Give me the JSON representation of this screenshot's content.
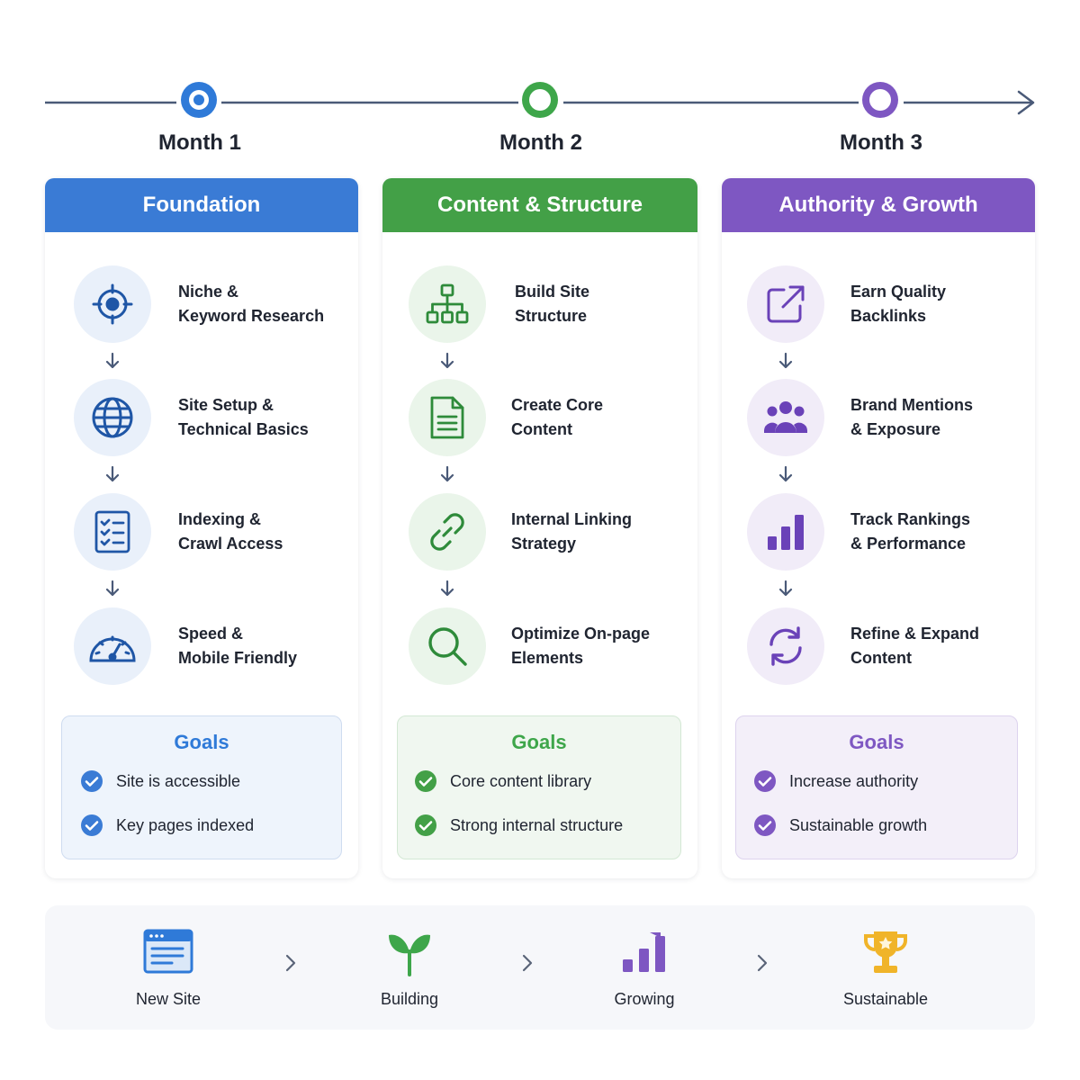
{
  "timeline": {
    "months": [
      {
        "label": "Month 1",
        "color": "#2f7ad8"
      },
      {
        "label": "Month 2",
        "color": "#3ea64a"
      },
      {
        "label": "Month 3",
        "color": "#7e57c2"
      }
    ],
    "line_color": "#4a5a78"
  },
  "columns": [
    {
      "title": "Foundation",
      "accent": "#3a7bd5",
      "icon_color": "#1f56a6",
      "circle_bg": "#e9f0fa",
      "steps": [
        {
          "label": "Niche & Keyword Research",
          "line1": "Niche &",
          "line2": "Keyword Research",
          "icon": "target-icon"
        },
        {
          "label": "Site Setup & Technical Basics",
          "line1": "Site Setup &",
          "line2": "Technical Basics",
          "icon": "globe-icon"
        },
        {
          "label": "Indexing & Crawl Access",
          "line1": "Indexing &",
          "line2": "Crawl Access",
          "icon": "checklist-icon"
        },
        {
          "label": "Speed & Mobile Friendly",
          "line1": "Speed &",
          "line2": "Mobile Friendly",
          "icon": "speedometer-icon"
        }
      ],
      "goals": {
        "title": "Goals",
        "items": [
          "Site is accessible",
          "Key pages indexed"
        ],
        "bg": "#eef4fc",
        "border": "#cfdcf0"
      }
    },
    {
      "title": "Content & Structure",
      "accent": "#43a047",
      "icon_color": "#2e8b3a",
      "circle_bg": "#eaf5ea",
      "steps": [
        {
          "label": "Build Site Structure",
          "line1": "Build Site",
          "line2": "Structure",
          "icon": "sitemap-icon"
        },
        {
          "label": "Create Core Content",
          "line1": "Create Core",
          "line2": "Content",
          "icon": "document-icon"
        },
        {
          "label": "Internal Linking Strategy",
          "line1": "Internal Linking",
          "line2": "Strategy",
          "icon": "link-icon"
        },
        {
          "label": "Optimize On-page Elements",
          "line1": "Optimize On-page",
          "line2": "Elements",
          "icon": "magnifier-icon"
        }
      ],
      "goals": {
        "title": "Goals",
        "items": [
          "Core content library",
          "Strong internal structure"
        ],
        "bg": "#f0f7f0",
        "border": "#d3e8d4"
      }
    },
    {
      "title": "Authority & Growth",
      "accent": "#7e57c2",
      "icon_color": "#6a42b8",
      "circle_bg": "#f1ecf8",
      "steps": [
        {
          "label": "Earn Quality Backlinks",
          "line1": "Earn Quality",
          "line2": "Backlinks",
          "icon": "external-link-icon"
        },
        {
          "label": "Brand Mentions & Exposure",
          "line1": "Brand Mentions",
          "line2": "& Exposure",
          "icon": "people-icon"
        },
        {
          "label": "Track Rankings & Performance",
          "line1": "Track Rankings",
          "line2": "& Performance",
          "icon": "bar-chart-icon"
        },
        {
          "label": "Refine & Expand Content",
          "line1": "Refine & Expand",
          "line2": "Content",
          "icon": "refresh-icon"
        }
      ],
      "goals": {
        "title": "Goals",
        "items": [
          "Increase authority",
          "Sustainable growth"
        ],
        "bg": "#f3eff9",
        "border": "#ddd3ee"
      }
    }
  ],
  "progression": [
    {
      "label": "New Site",
      "icon": "browser-window-icon",
      "color": "#2f7ad8"
    },
    {
      "label": "Building",
      "icon": "sprout-icon",
      "color": "#3ea64a"
    },
    {
      "label": "Growing",
      "icon": "growth-bars-icon",
      "color": "#7e57c2"
    },
    {
      "label": "Sustainable",
      "icon": "trophy-icon",
      "color": "#f0b429"
    }
  ]
}
